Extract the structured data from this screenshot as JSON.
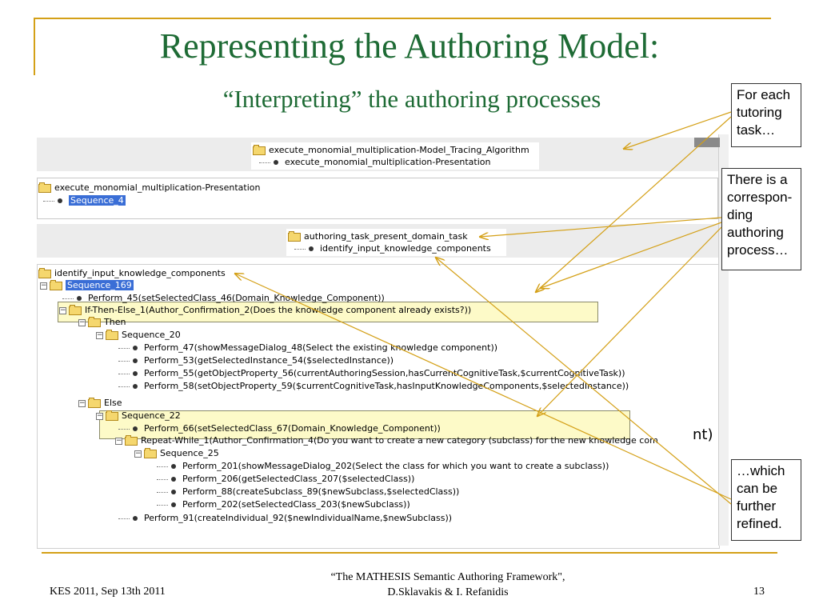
{
  "slide": {
    "title": "Representing the Authoring Model:",
    "subtitle": "“Interpreting” the authoring processes"
  },
  "panels": {
    "top": {
      "root": "execute_monomial_multiplication-Model_Tracing_Algorithm",
      "child": "execute_monomial_multiplication-Presentation"
    },
    "presentation": {
      "root": "execute_monomial_multiplication-Presentation",
      "child": "Sequence_4"
    },
    "authoring": {
      "root": "authoring_task_present_domain_task",
      "child": "identify_input_knowledge_components"
    },
    "main": {
      "root": "identify_input_knowledge_components",
      "rows": [
        "Sequence_169",
        "Perform_45(setSelectedClass_46(Domain_Knowledge_Component))",
        "If-Then-Else_1(Author_Confirmation_2(Does the knowledge component already exists?))",
        "Then",
        "Sequence_20",
        "Perform_47(showMessageDialog_48(Select the existing knowledge component))",
        "Perform_53(getSelectedInstance_54($selectedInstance))",
        "Perform_55(getObjectProperty_56(currentAuthoringSession,hasCurrentCognitiveTask,$currentCognitiveTask))",
        "Perform_58(setObjectProperty_59($currentCognitiveTask,hasInputKnowledgeComponents,$selectedInstance))",
        "Else",
        "Sequence_22",
        "Perform_66(setSelectedClass_67(Domain_Knowledge_Component))",
        "Repeat-While_1(Author_Confirmation_4(Do you want to create a new category (subclass) for the new knowledge com",
        "Sequence_25",
        "Perform_201(showMessageDialog_202(Select the class for which you want to create a subclass))",
        "Perform_206(getSelectedClass_207($selectedClass))",
        "Perform_88(createSubclass_89($newSubclass,$selectedClass))",
        "Perform_202(setSelectedClass_203($newSubclass))",
        "Perform_91(createIndividual_92($newIndividualName,$newSubclass))"
      ],
      "overflow_text": "nt)"
    }
  },
  "callouts": {
    "tutoring": "For each\ntutoring\ntask…",
    "authoring": "There is a\ncorrespon-\nding\nauthoring\nprocess…",
    "refined": "…which\ncan be\nfurther\nrefined."
  },
  "footer": {
    "left": "KES 2011, Sep 13th 2011",
    "center_line1": "“The MATHESIS Semantic Authoring Framework\",",
    "center_line2": "D.Sklavakis & I. Refanidis",
    "page": "13"
  },
  "colors": {
    "title": "#1e6b35",
    "accent": "#d4a017",
    "selection": "#3a6ed6",
    "highlight": "#fdfac8"
  },
  "icons": [
    "folder-icon",
    "leaf-node-icon",
    "collapse-toggle-icon",
    "arrow-icon"
  ]
}
